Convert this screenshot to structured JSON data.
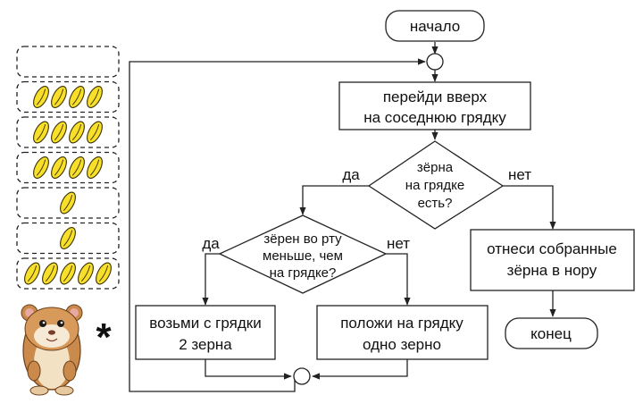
{
  "flowchart": {
    "start": "начало",
    "step_up": [
      "перейди вверх",
      "на соседнюю грядку"
    ],
    "decision_grains": [
      "зёрна",
      "на грядке",
      "есть?"
    ],
    "yes_label": "да",
    "no_label": "нет",
    "decision_mouth": [
      "зёрен во рту",
      "меньше, чем",
      "на грядке?"
    ],
    "take_two": [
      "возьми с грядки",
      "2 зерна"
    ],
    "put_one": [
      "положи на грядку",
      "одно зерно"
    ],
    "carry_home": [
      "отнеси собранные",
      "зёрна в нору"
    ],
    "end": "конец"
  },
  "garden": {
    "beds_grain_counts": [
      0,
      4,
      4,
      4,
      1,
      1,
      5
    ],
    "star": "*"
  }
}
